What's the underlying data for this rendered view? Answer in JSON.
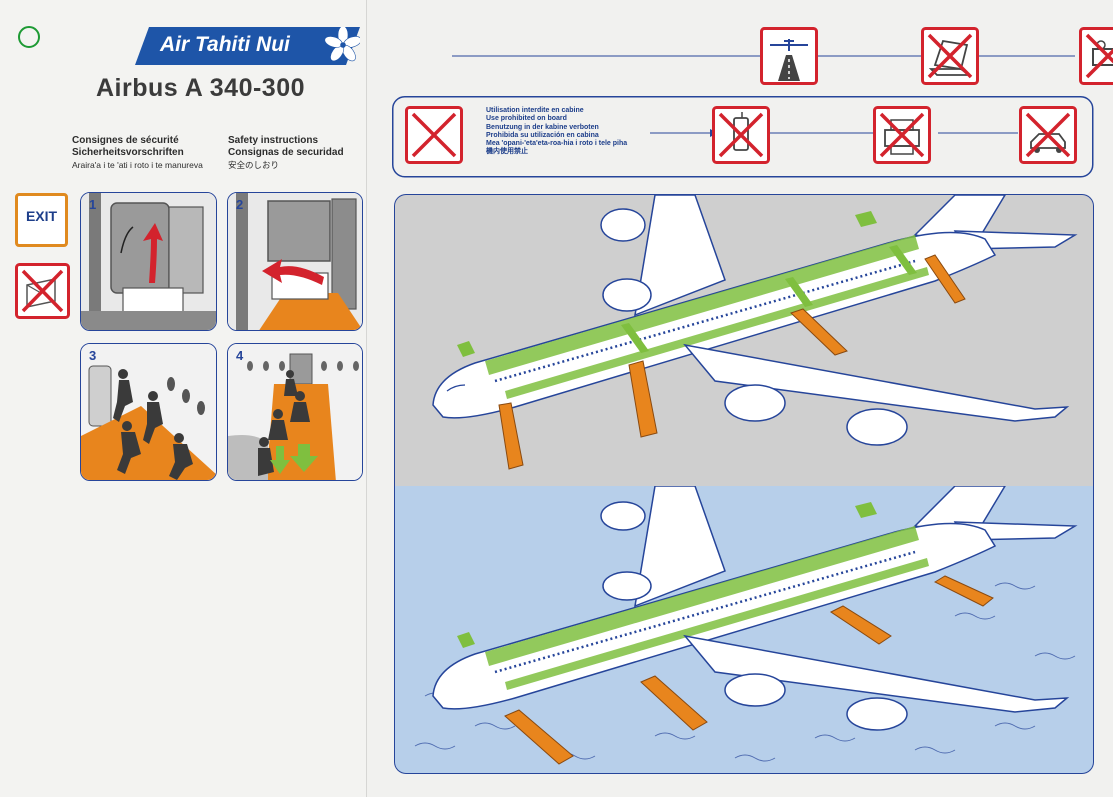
{
  "brand": {
    "name": "Air Tahiti Nui"
  },
  "aircraft": {
    "model": "Airbus  A 340-300"
  },
  "headings": {
    "col1": {
      "fr": "Consignes de sécurité",
      "de": "Sicherheitsvorschriften",
      "ty": "Araira'a i te 'ati i roto i te manureva"
    },
    "col2": {
      "en": "Safety instructions",
      "es": "Consignas de securidad",
      "ja": "安全のしおり"
    }
  },
  "exit_sign": {
    "label": "EXIT"
  },
  "steps": [
    {
      "number": "1"
    },
    {
      "number": "2"
    },
    {
      "number": "3"
    },
    {
      "number": "4"
    }
  ],
  "prohibited_caption": {
    "lines": [
      "Utilisation interdite en cabine",
      "Use prohibited on board",
      "Benutzung in der kabine verboten",
      "Prohibida su utilización en cabina",
      "Mea 'opani-'eta'eta-roa-hia i roto i tele piha",
      "機内使用禁止"
    ]
  },
  "colors": {
    "brand_blue": "#26459a",
    "prohibit_red": "#d3232d",
    "slide_orange": "#e8851d",
    "escape_green": "#7fbf3f",
    "water_blue": "#b7cfea",
    "ground_gray": "#cfcfcf"
  },
  "icons": {
    "row1": [
      "takeoff-landing-icon",
      "laptop-prohibited-icon",
      "video-camera-prohibited-icon",
      "cd-player-prohibited-icon",
      "game-console-prohibited-icon"
    ],
    "row2": [
      "general-prohibited-icon",
      "mobile-phone-prohibited-icon",
      "printer-prohibited-icon",
      "remote-control-toy-prohibited-icon"
    ]
  }
}
